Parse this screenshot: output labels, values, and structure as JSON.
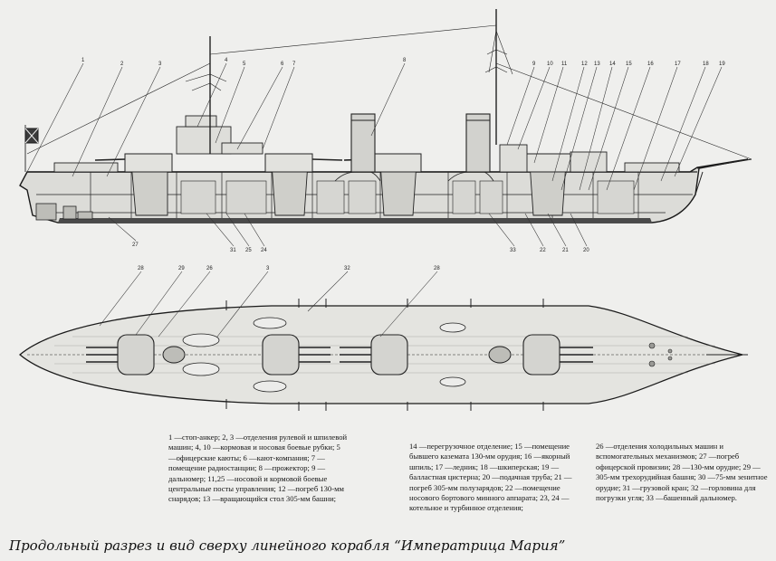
{
  "callouts_profile": [
    "1",
    "2",
    "3",
    "4",
    "5",
    "6",
    "7",
    "8",
    "9",
    "10",
    "11",
    "12",
    "13",
    "14",
    "15",
    "16",
    "17",
    "18",
    "19"
  ],
  "callouts_profile_bottom": [
    "27",
    "31",
    "25",
    "24",
    "33",
    "22",
    "21",
    "20"
  ],
  "callouts_plan": [
    "28",
    "29",
    "26",
    "3",
    "32",
    "28"
  ],
  "legend": {
    "col1": "1 —стоп-анкер; 2, 3 —отделения рулевой и шпилевой машин; 4, 10 —кормовая и носовая боевые рубки; 5 —офицерские каюты; 6 —кают-компания; 7 —помещение радиостанции; 8 —прожектор; 9 —дальномер; 11,25 —носовой и кормовой боевые центральные посты управления; 12 —погреб 130-мм снарядов; 13 —вращающийся стол 305-мм башни;",
    "col2": "14 —перегрузочное отделение; 15 —помещение бывшего каземата 130-мм орудия; 16 —якорный шпиль; 17 —ледник; 18 —шкиперская; 19 —балластная цистерна; 20 —подачная труба; 21 —погреб 305-мм полузарядов; 22 —помещение носового бортового минного аппарата; 23, 24 —котельное и турбинное отделения;",
    "col3": "26 —отделения холодильных машин и вспомогательных механизмов; 27 —погреб офицерской провизии; 28 —130-мм орудие; 29 —305-мм трехорудийная башня; 30 —75-мм зенитное орудие; 31 —грузовой кран; 32 —горловина для погрузки угля; 33 —башенный дальномер."
  },
  "caption": "Продольный разрез и вид сверху линейного корабля “Императрица Мария”"
}
